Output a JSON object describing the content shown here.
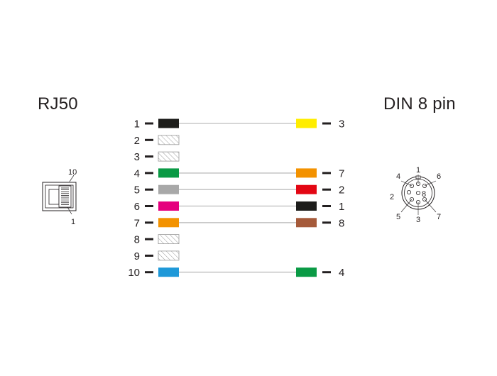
{
  "left_connector": {
    "title": "RJ50",
    "jack_labels": {
      "top": "10",
      "bottom": "1"
    }
  },
  "right_connector": {
    "title": "DIN 8 pin",
    "pin_labels": [
      "1",
      "2",
      "3",
      "4",
      "5",
      "6",
      "7",
      "8"
    ]
  },
  "colors": {
    "black": "#1d1d1b",
    "green": "#0a9a45",
    "grey": "#a8a8a8",
    "magenta": "#e5007e",
    "orange": "#f39200",
    "blue": "#1e98d8",
    "yellow": "#ffed00",
    "red": "#e30613",
    "brown": "#a55a3a",
    "wire": "#c8c8c8"
  },
  "wires": [
    {
      "left_pin": "1",
      "left_color": "black",
      "right_pin": "3",
      "right_color": "yellow"
    },
    {
      "left_pin": "2",
      "left_color": "none",
      "right_pin": "",
      "right_color": "none"
    },
    {
      "left_pin": "3",
      "left_color": "none",
      "right_pin": "",
      "right_color": "none"
    },
    {
      "left_pin": "4",
      "left_color": "green",
      "right_pin": "7",
      "right_color": "orange"
    },
    {
      "left_pin": "5",
      "left_color": "grey",
      "right_pin": "2",
      "right_color": "red"
    },
    {
      "left_pin": "6",
      "left_color": "magenta",
      "right_pin": "1",
      "right_color": "black"
    },
    {
      "left_pin": "7",
      "left_color": "orange",
      "right_pin": "8",
      "right_color": "brown"
    },
    {
      "left_pin": "8",
      "left_color": "none",
      "right_pin": "",
      "right_color": "none"
    },
    {
      "left_pin": "9",
      "left_color": "none",
      "right_pin": "",
      "right_color": "none"
    },
    {
      "left_pin": "10",
      "left_color": "blue",
      "right_pin": "4",
      "right_color": "green"
    }
  ]
}
